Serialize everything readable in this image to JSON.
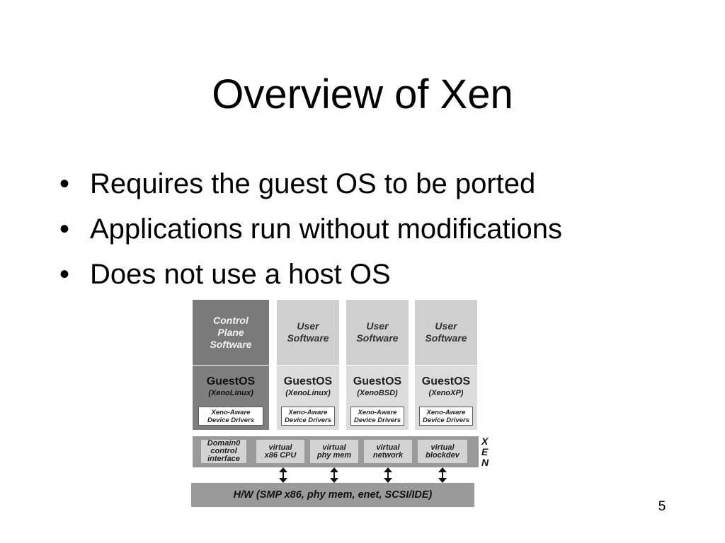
{
  "slide": {
    "title": "Overview of Xen",
    "bullet_char": "•",
    "bullets": [
      "Requires the guest OS to be ported",
      "Applications run without modifications",
      "Does not use a host OS"
    ],
    "page_number": "5"
  },
  "diagram": {
    "columns": [
      {
        "top_lines": [
          "Control",
          "Plane",
          "Software"
        ],
        "guest_title": "GuestOS",
        "guest_sub": "(XenoLinux)",
        "driver_lines": [
          "Xeno-Aware",
          "Device Drivers"
        ]
      },
      {
        "top_lines": [
          "User",
          "Software"
        ],
        "guest_title": "GuestOS",
        "guest_sub": "(XenoLinux)",
        "driver_lines": [
          "Xeno-Aware",
          "Device Drivers"
        ]
      },
      {
        "top_lines": [
          "User",
          "Software"
        ],
        "guest_title": "GuestOS",
        "guest_sub": "(XenoBSD)",
        "driver_lines": [
          "Xeno-Aware",
          "Device Drivers"
        ]
      },
      {
        "top_lines": [
          "User",
          "Software"
        ],
        "guest_title": "GuestOS",
        "guest_sub": "(XenoXP)",
        "driver_lines": [
          "Xeno-Aware",
          "Device Drivers"
        ]
      }
    ],
    "xen_cells": [
      [
        "Domain0",
        "control",
        "interface"
      ],
      [
        "virtual",
        "x86 CPU"
      ],
      [
        "virtual",
        "phy mem"
      ],
      [
        "virtual",
        "network"
      ],
      [
        "virtual",
        "blockdev"
      ]
    ],
    "xen_letters": [
      "X",
      "E",
      "N"
    ],
    "hardware_label": "H/W (SMP x86, phy mem, enet, SCSI/IDE)"
  }
}
